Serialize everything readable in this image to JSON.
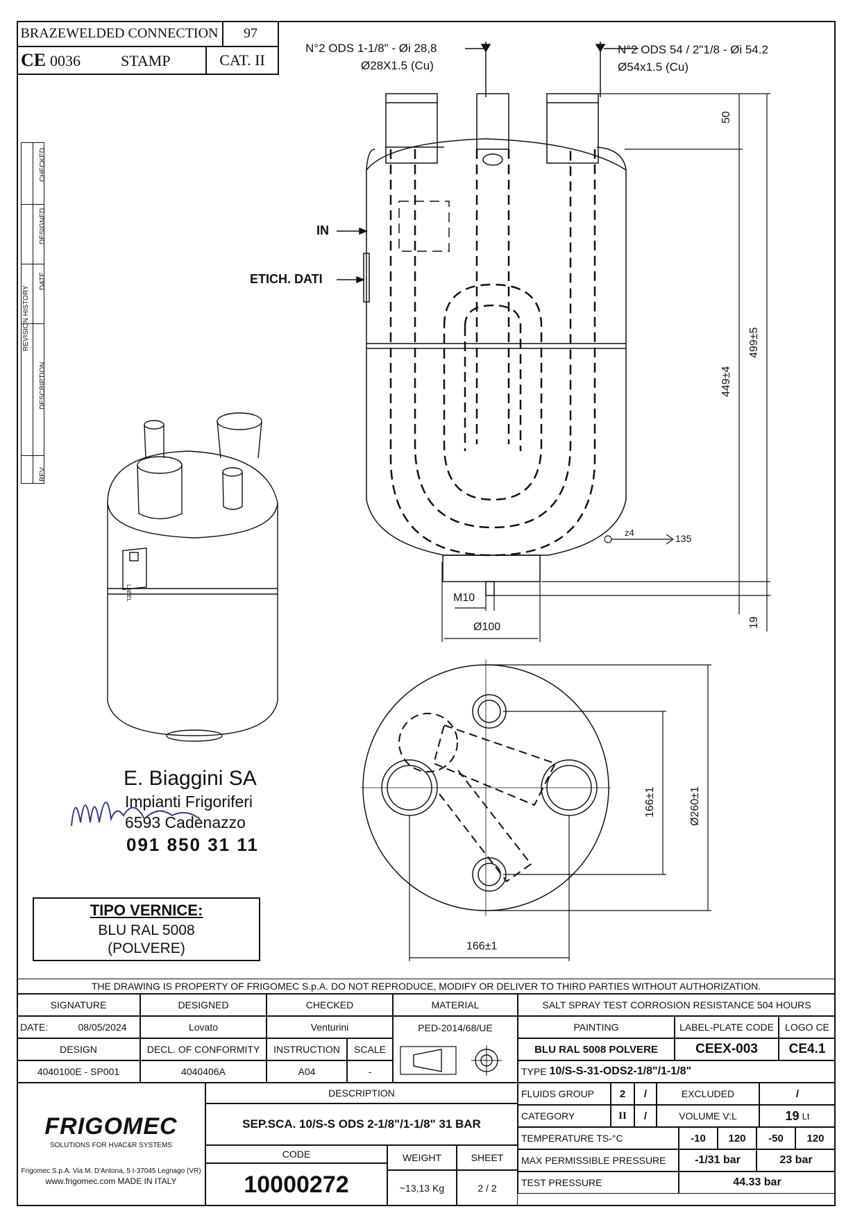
{
  "header": {
    "brazewelded": "BRAZEWELDED CONNECTION",
    "brazewelded_no": "97",
    "ce_mark": "CE",
    "ce_number": "0036",
    "stamp": "STAMP",
    "cat": "CAT. II"
  },
  "revision": {
    "rev": "REV",
    "description": "DESCRIPTION",
    "history": "REVISION HISTORY",
    "date": "DATE",
    "designed": "DESIGNED",
    "checked": "CHECKED"
  },
  "drawing": {
    "conn_small_1": "N°2 ODS 1-1/8\" - Øi 28,8",
    "conn_small_2": "Ø28X1.5 (Cu)",
    "conn_large_1": "N°2 ODS 54 / 2\"1/8 - Øi 54.2",
    "conn_large_2": "Ø54x1.5 (Cu)",
    "in": "IN",
    "etich": "ETICH. DATI",
    "dim_50": "50",
    "dim_449": "449±4",
    "dim_499": "499±5",
    "dim_19": "19",
    "m10": "M10",
    "d100": "Ø100",
    "weld": "z4",
    "weld_135": "135",
    "dim_166_v": "166±1",
    "dim_260": "Ø260±1",
    "dim_166_h": "166±1",
    "label_text": "LABEL"
  },
  "stamp_block": {
    "company": "E. Biaggini SA",
    "line1": "Impianti Frigoriferi",
    "line2": "6593 Cadenazzo",
    "phone": "091 850 31 11"
  },
  "paint": {
    "title": "TIPO VERNICE:",
    "line1": "BLU RAL 5008",
    "line2": "(POLVERE)"
  },
  "title_block": {
    "property_notice": "THE DRAWING IS PROPERTY OF FRIGOMEC S.p.A. DO NOT REPRODUCE, MODIFY OR DELIVER TO THIRD PARTIES WITHOUT AUTHORIZATION.",
    "signature": "SIGNATURE",
    "designed": "DESIGNED",
    "checked": "CHECKED",
    "material": "MATERIAL",
    "material_val": "PED-2014/68/UE",
    "salt_spray": "SALT SPRAY TEST CORROSION RESISTANCE 504 HOURS",
    "date_lbl": "DATE:",
    "date_val": "08/05/2024",
    "designed_val": "Lovato",
    "checked_val": "Venturini",
    "painting": "PAINTING",
    "painting_val": "BLU RAL 5008 POLVERE",
    "label_plate": "LABEL-PLATE CODE",
    "label_plate_val": "CEEX-003",
    "logo_ce": "LOGO CE",
    "logo_ce_val": "CE4.1",
    "design": "DESIGN",
    "design_val": "4040100E - SP001",
    "decl": "DECL. OF CONFORMITY",
    "decl_val": "4040406A",
    "instruction": "INSTRUCTION",
    "instruction_val": "A04",
    "scale": "SCALE",
    "scale_val": "-",
    "type_lbl": "TYPE",
    "type_val": "10/S-S-31-ODS2-1/8\"/1-1/8\"",
    "description": "DESCRIPTION",
    "description_val": "SEP.SCA. 10/S-S ODS 2-1/8\"/1-1/8\" 31 BAR",
    "fluids_group": "FLUIDS GROUP",
    "fluids_val": "2",
    "slash": "/",
    "excluded": "EXCLUDED",
    "excluded_val": "/",
    "category": "CATEGORY",
    "category_val": "II",
    "volume": "VOLUME V:L",
    "volume_val": "19",
    "volume_unit": "Lt",
    "temperature": "TEMPERATURE TS-°C",
    "t1": "-10",
    "t2": "120",
    "t3": "-50",
    "t4": "120",
    "code": "CODE",
    "code_val": "10000272",
    "weight": "WEIGHT",
    "weight_val": "~13,13 Kg",
    "sheet": "SHEET",
    "sheet_val": "2 / 2",
    "max_pressure": "MAX PERMISSIBLE PRESSURE",
    "p1": "-1/31 bar",
    "p2": "23 bar",
    "test_pressure": "TEST PRESSURE",
    "test_val": "44.33 bar",
    "logo": "FRIGOMEC",
    "logo_tag": "SOLUTIONS FOR HVAC&R SYSTEMS",
    "address1": "Frigomec S.p.A. Via M. D'Antona, 5 I-37045 Legnago (VR)",
    "address2": "www.frigomec.com MADE IN ITALY"
  }
}
